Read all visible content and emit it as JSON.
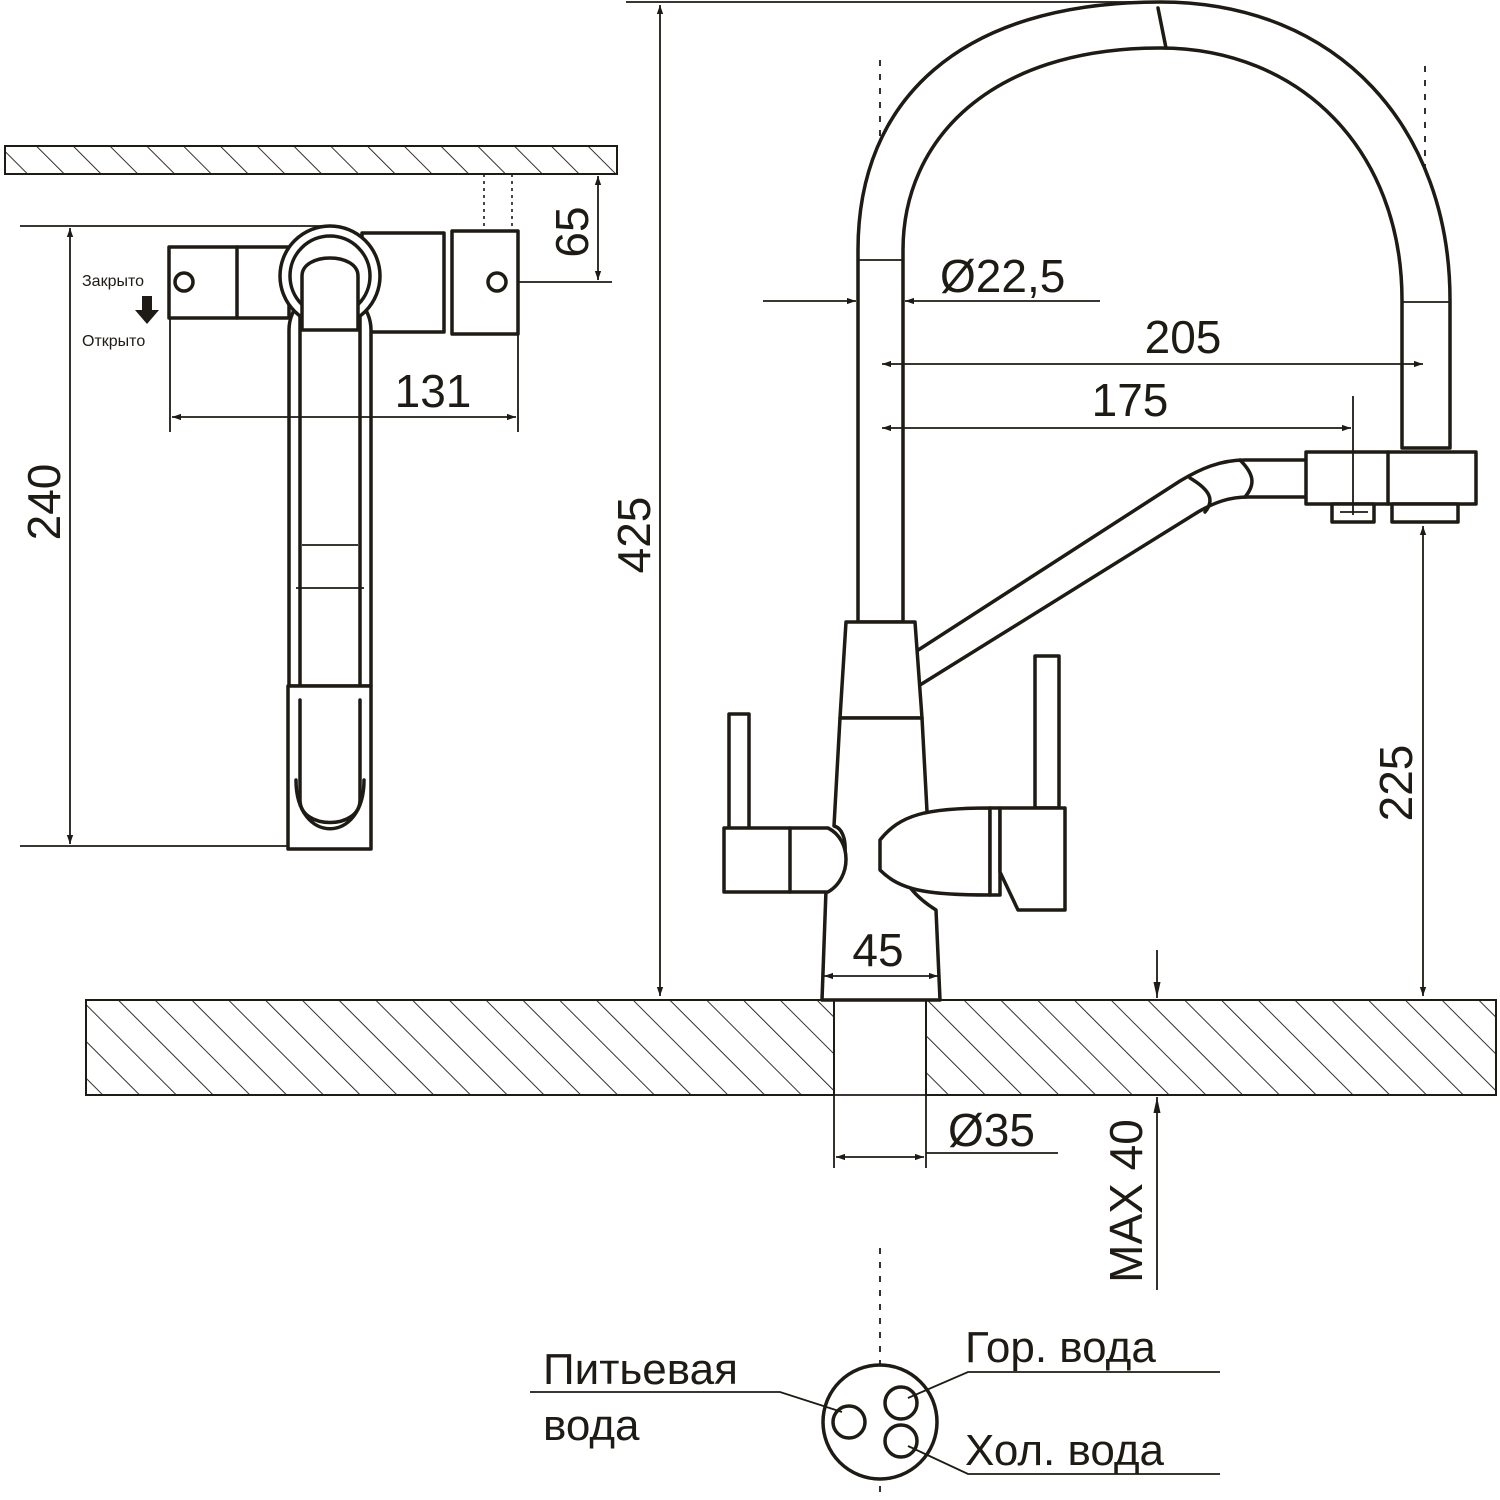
{
  "dimensions": {
    "height_total": "425",
    "height_spout": "240",
    "wall_offset": "65",
    "width_top": "131",
    "diameter_pipe": "Ø22,5",
    "reach_main": "205",
    "reach_filter": "175",
    "height_filter": "225",
    "base_width": "45",
    "hole_diameter": "Ø35",
    "max_thickness": "MAX 40"
  },
  "labels": {
    "closed": "Закрыто",
    "opened": "Открыто",
    "drinking_water_line1": "Питьевая",
    "drinking_water_line2": "вода",
    "hot_water": "Гор. вода",
    "cold_water": "Хол. вода"
  },
  "colors": {
    "ink": "#1e1a14",
    "background": "#ffffff"
  }
}
